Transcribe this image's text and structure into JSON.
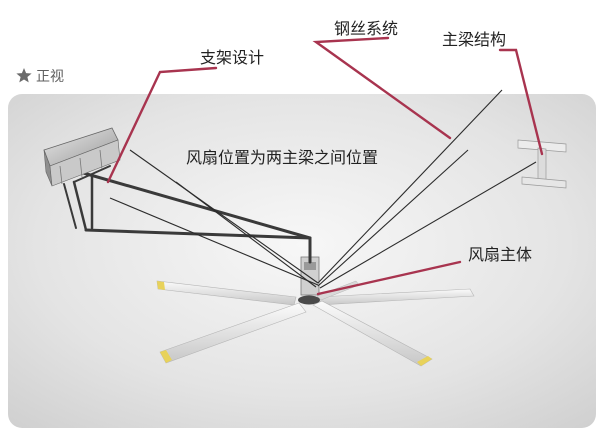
{
  "view_label": "正视",
  "labels": {
    "bracket_design": "支架设计",
    "wire_system": "钢丝系统",
    "main_beam_structure": "主梁结构",
    "fan_position": "风扇位置为两主梁之间位置",
    "fan_body": "风扇主体"
  },
  "colors": {
    "pointer": "#a8344f",
    "backdrop": "#dedede",
    "frame": "#3a3a3a",
    "wire": "#2c2c2c",
    "blade_tip": "#e8d25a"
  },
  "icons": {
    "view_marker": "star-icon"
  }
}
